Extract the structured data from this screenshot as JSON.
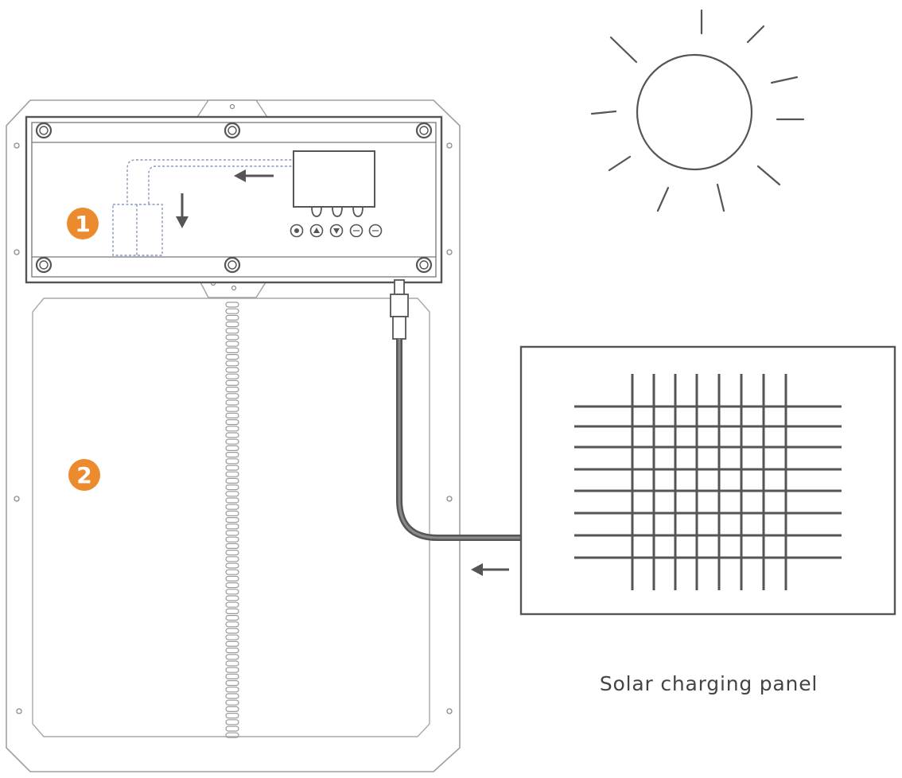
{
  "labels": {
    "panel_caption": "Solar charging panel",
    "badge_controller": "1",
    "badge_door": "2"
  },
  "colors": {
    "badge": "#ec8a2e",
    "line": "#9a9a9a",
    "dark": "#555555",
    "cable": "#666666",
    "bg": "#ffffff"
  },
  "icons": {
    "sun": "sun-icon",
    "arrow": "arrow-icon"
  }
}
